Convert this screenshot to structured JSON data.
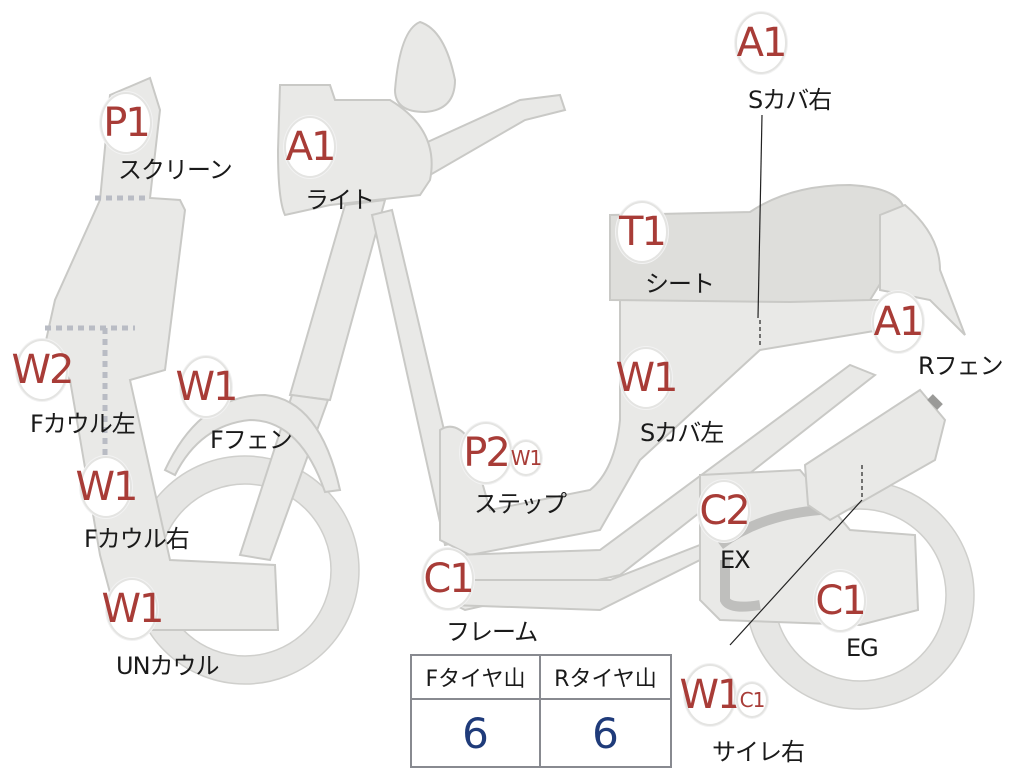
{
  "badges": {
    "screen": "P1",
    "light": "A1",
    "side_cover_right": "A1",
    "seat": "T1",
    "rear_fender": "A1",
    "cowl_left": "W2",
    "front_fender": "W1",
    "side_cover_left": "W1",
    "cowl_right": "W1",
    "step": "P2",
    "step_sub": "W1",
    "exhaust": "C2",
    "under_cowl": "W1",
    "frame": "C1",
    "engine": "C1",
    "muffler_right": "W1",
    "muffler_right_sub": "C1"
  },
  "labels": {
    "screen": "スクリーン",
    "light": "ライト",
    "side_cover_right": "Sカバ右",
    "seat": "シート",
    "rear_fender": "Rフェン",
    "cowl_left": "Fカウル左",
    "front_fender": "Fフェン",
    "side_cover_left": "Sカバ左",
    "cowl_right": "Fカウル右",
    "step": "ステップ",
    "exhaust": "EX",
    "under_cowl": "UNカウル",
    "frame": "フレーム",
    "engine": "EG",
    "muffler_right": "サイレ右"
  },
  "tire_table": {
    "headers": [
      "Fタイヤ山",
      "Rタイヤ山"
    ],
    "values": [
      "6",
      "6"
    ]
  },
  "colors": {
    "badge_text": "#a83c37",
    "value_text": "#1f3b7a",
    "part_fill": "#e9e9e7"
  }
}
